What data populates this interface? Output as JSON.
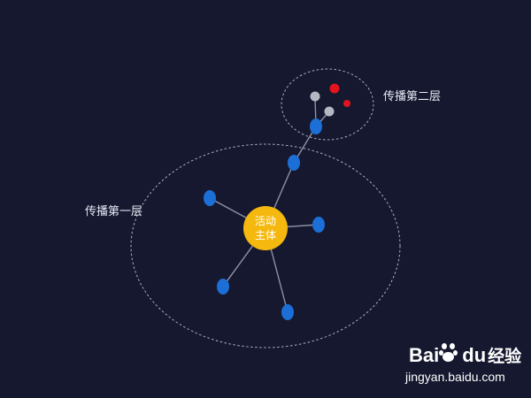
{
  "diagram": {
    "center_label_line1": "活动",
    "center_label_line2": "主体",
    "ring1_label": "传播第一层",
    "ring2_label": "传播第二层",
    "colors": {
      "background": "#15182f",
      "center": "#f5b80e",
      "node_blue": "#1c6fd6",
      "node_gray": "#b5b8c2",
      "node_red": "#e3141e",
      "edge": "#8d92a8",
      "ring": "#c9ccd6"
    }
  },
  "watermark": {
    "logo_text_1": "Bai",
    "logo_text_2": "du",
    "logo_text_cn": "经验",
    "url": "jingyan.baidu.com"
  }
}
